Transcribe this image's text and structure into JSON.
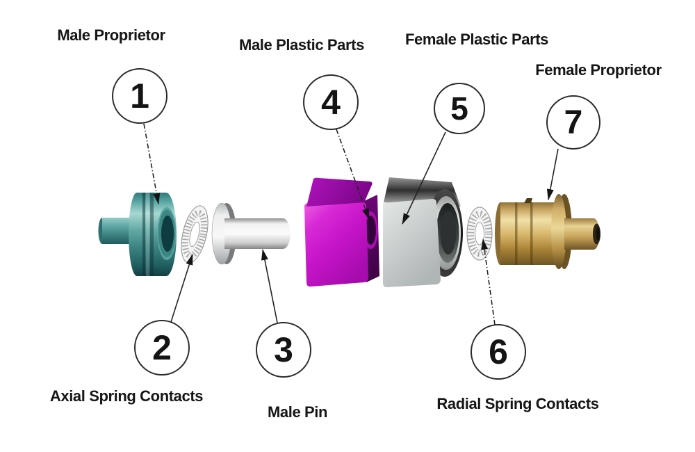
{
  "callouts": [
    {
      "number": "1",
      "label": "Male Proprietor"
    },
    {
      "number": "2",
      "label": "Axial Spring Contacts"
    },
    {
      "number": "3",
      "label": "Male Pin"
    },
    {
      "number": "4",
      "label": "Male Plastic Parts"
    },
    {
      "number": "5",
      "label": "Female Plastic Parts"
    },
    {
      "number": "6",
      "label": "Radial Spring Contacts"
    },
    {
      "number": "7",
      "label": "Female Proprietor"
    }
  ],
  "colors": {
    "background": "#ffffff",
    "line": "#1c1c1c",
    "male_proprietor_teal": "#4f9b99",
    "male_plastic_magenta": "#c614c8",
    "female_plastic_silver": "#c9cecd",
    "female_proprietor_gold": "#cfa95f",
    "spring_white": "#f2f2f2",
    "pin_gray": "#e3e3e3"
  }
}
